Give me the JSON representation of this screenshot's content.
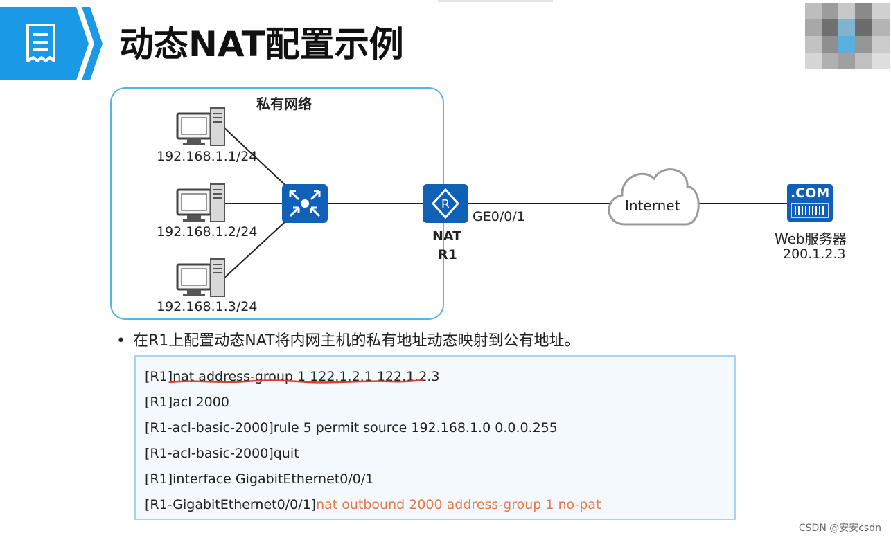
{
  "header": {
    "title": "动态NAT配置示例",
    "badge_icon": "document-icon",
    "accent_color": "#1a9ae6"
  },
  "diagram": {
    "private_network_label": "私有网络",
    "hosts": [
      {
        "ip": "192.168.1.1/24"
      },
      {
        "ip": "192.168.1.2/24"
      },
      {
        "ip": "192.168.1.3/24"
      }
    ],
    "switch_icon": "switch-icon",
    "router": {
      "label_line1": "NAT",
      "label_line2": "R1",
      "icon_letter": "R"
    },
    "interface_label": "GE0/0/1",
    "cloud_label": "Internet",
    "server": {
      "badge": ".COM",
      "name": "Web服务器",
      "ip": "200.1.2.3"
    },
    "device_color": "#1060b8",
    "line_color": "#222222"
  },
  "bullet": {
    "text": "在R1上配置动态NAT将内网主机的私有地址动态映射到公有地址。"
  },
  "code": {
    "lines": [
      {
        "prefix": "[R1]",
        "text": "nat address-group 1 122.1.2.1 122.1.2.3"
      },
      {
        "prefix": "[R1]",
        "text": "acl 2000"
      },
      {
        "prefix": "[R1-acl-basic-2000]",
        "text": "rule 5 permit source 192.168.1.0 0.0.0.255"
      },
      {
        "prefix": "[R1-acl-basic-2000]",
        "text": "quit"
      },
      {
        "prefix": "[R1]",
        "text": "interface GigabitEthernet0/0/1"
      },
      {
        "prefix": "[R1-GigabitEthernet0/0/1]",
        "text": "nat outbound 2000 address-group 1 no-pat"
      }
    ],
    "highlight_color": "#e8774a",
    "underline_color": "#e03b2e"
  },
  "watermark": "CSDN @安安csdn"
}
